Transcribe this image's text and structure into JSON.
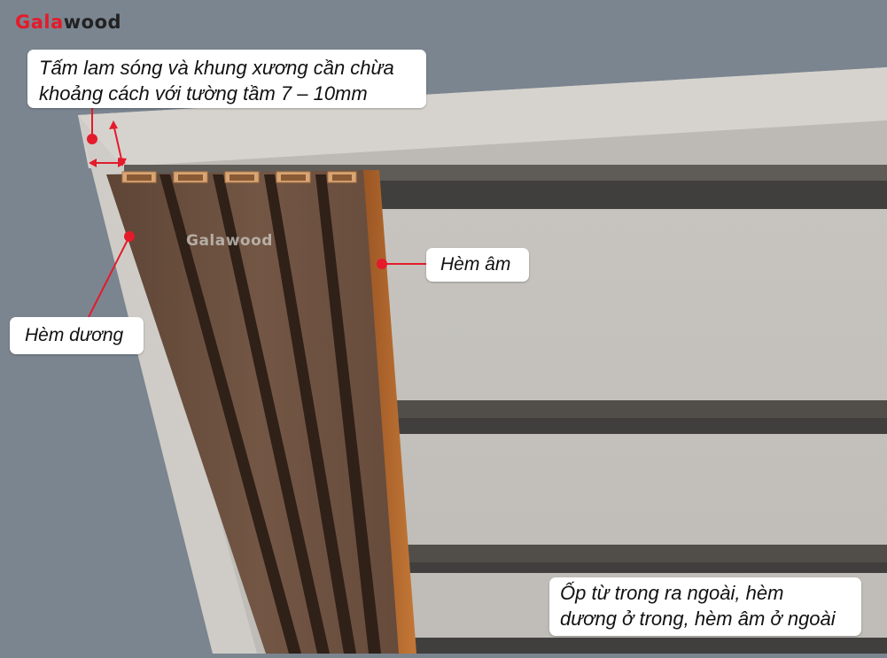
{
  "brand": {
    "logo_part1": "Gala",
    "logo_part2": "wood",
    "logo_color_red": "#e31b2b",
    "logo_color_dark": "#222222",
    "watermark": "Galawood"
  },
  "callouts": {
    "gap_note_line1": "Tấm lam sóng và khung xương cần chừa",
    "gap_note_line2": "khoảng cách với tường tầm 7 – 10mm",
    "male_joint": "Hèm dương",
    "female_joint": "Hèm âm",
    "order_note_line1": "Ốp từ trong ra ngoài, hèm",
    "order_note_line2": "dương ở trong, hèm âm ở ngoài"
  },
  "colors": {
    "background": "#7b8590",
    "wall": "#c9c6c1",
    "wall_front_band": "#d6d3ce",
    "frame_rail_top": "#5c5955",
    "frame_rail_bottom": "#403f3d",
    "panel_wood": "#6b4f3f",
    "panel_edge": "#b0652a",
    "marker_red": "#e31b2b"
  }
}
